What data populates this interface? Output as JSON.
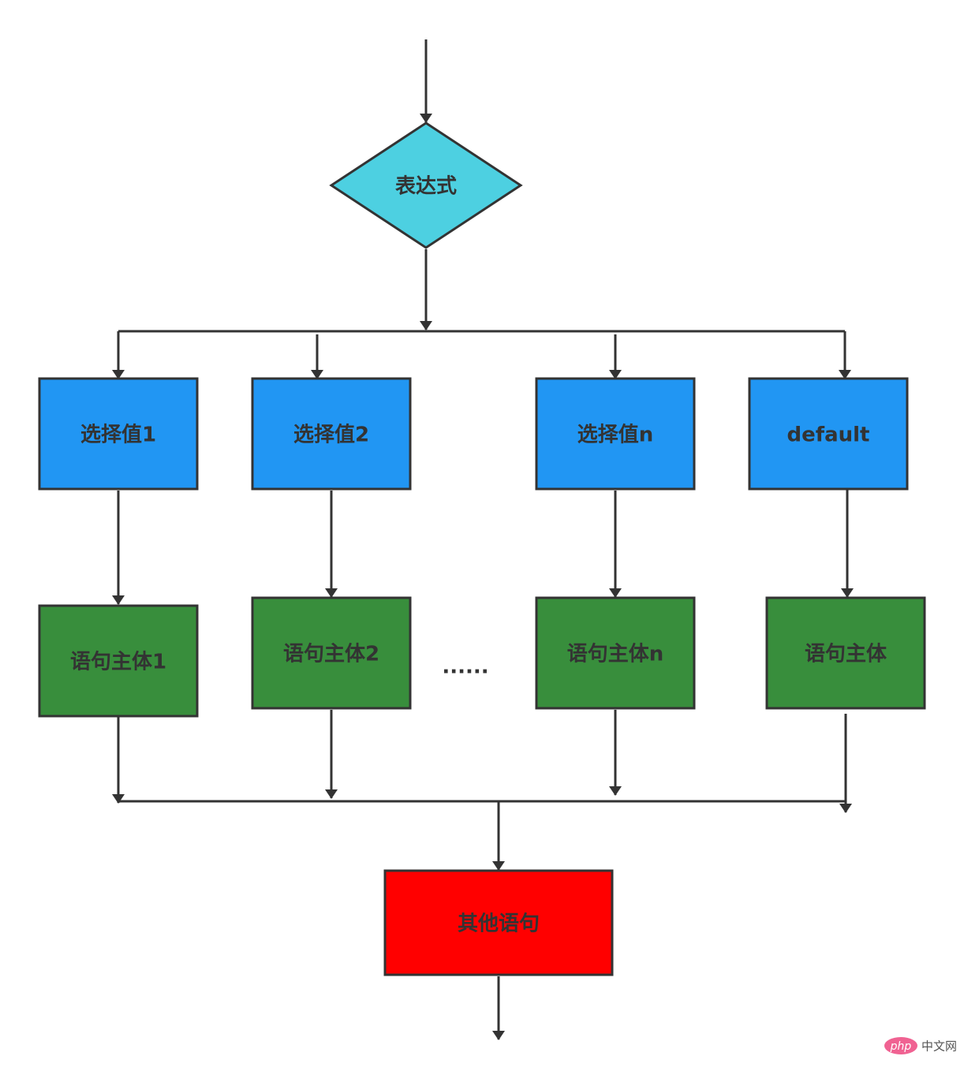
{
  "colors": {
    "line": "#333333",
    "decision_fill": "#4dd0e1",
    "choice_fill": "#2196f3",
    "body_fill": "#388e3c",
    "end_fill": "#ff0000",
    "text": "#333333",
    "watermark_badge": "#f06292"
  },
  "nodes": {
    "expression": "表达式",
    "choice_1": "选择值1",
    "choice_2": "选择值2",
    "choice_n": "选择值n",
    "choice_default": "default",
    "body_1": "语句主体1",
    "body_2": "语句主体2",
    "body_n": "语句主体n",
    "body_default": "语句主体",
    "ellipsis": "......",
    "other": "其他语句"
  },
  "watermark": {
    "badge": "php",
    "text": "中文网"
  }
}
